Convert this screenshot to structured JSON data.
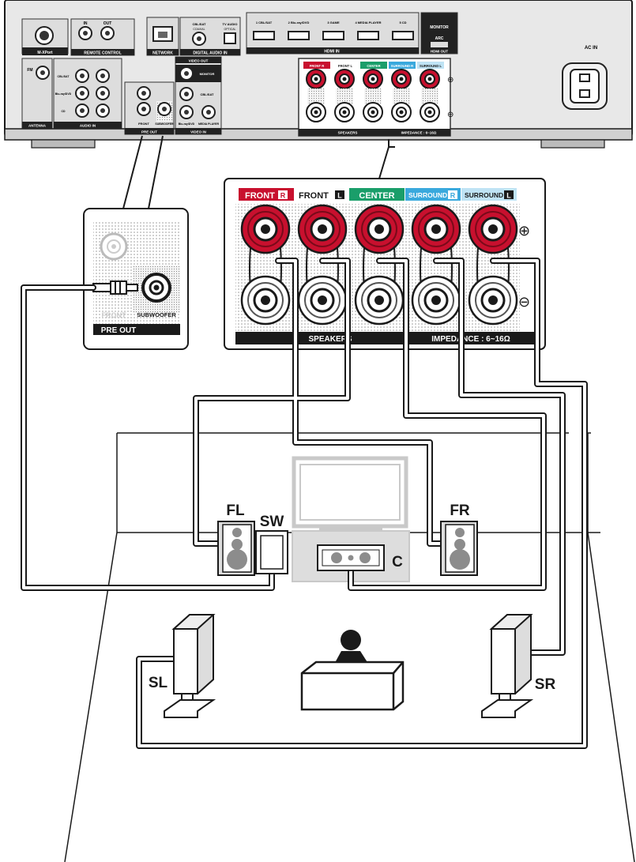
{
  "receiver": {
    "ports_top": [
      "M-XPort",
      "IN",
      "OUT",
      "REMOTE CONTROL",
      "NETWORK",
      "CBL/SAT",
      "COAXIAL",
      "TV AUDIO",
      "OPTICAL",
      "DIGITAL AUDIO IN"
    ],
    "hdmi_inputs": [
      "1 CBL/SAT",
      "2 Blu-ray/DVD",
      "3 GAME",
      "4 MEDIA PLAYER",
      "5 CD"
    ],
    "hdmi_in_label": "HDMI IN",
    "hdmi_out": {
      "monitor": "MONITOR",
      "arc": "ARC",
      "label": "HDMI OUT"
    },
    "fm": "FM",
    "antenna": "ANTENNA",
    "audio_in_inputs": [
      "CBL/SAT",
      "Blu-ray/DVD",
      "CD"
    ],
    "audio_in_label": "AUDIO IN",
    "pre_out_small": {
      "front": "FRONT",
      "subwoofer": "SUBWOOFER",
      "label": "PRE OUT"
    },
    "video_out": {
      "label": "VIDEO OUT",
      "monitor": "MONITOR"
    },
    "video_in": {
      "label": "VIDEO IN",
      "inputs": [
        "CBL/SAT",
        "Blu-ray/DVD",
        "MEDIA PLAYER"
      ]
    },
    "speakers_small": {
      "labels": [
        "FRONT R",
        "FRONT L",
        "CENTER",
        "SURROUND R",
        "SURROUND L"
      ],
      "footer": "SPEAKERS",
      "impedance": "IMPEDANCE : 6~16Ω"
    },
    "ac_in": "AC IN"
  },
  "pre_out_zoom": {
    "front": "FRONT",
    "subwoofer": "SUBWOOFER",
    "label": "PRE OUT"
  },
  "speaker_zoom": {
    "labels": {
      "front_r": "FRONT",
      "front_r_badge": "R",
      "front_l": "FRONT",
      "front_l_badge": "L",
      "center": "CENTER",
      "surround_r": "SURROUND",
      "surround_r_badge": "R",
      "surround_l": "SURROUND",
      "surround_l_badge": "L"
    },
    "plus_symbol": "⊕",
    "minus_symbol": "⊖",
    "footer_left": "SPEAKERS",
    "footer_right": "IMPEDANCE : 6~16Ω"
  },
  "room": {
    "fl": "FL",
    "fr": "FR",
    "sw": "SW",
    "c": "C",
    "sl": "SL",
    "sr": "SR"
  },
  "colors": {
    "front": "#c8102e",
    "center": "#1a9e6a",
    "surround": "#3aa9dd",
    "surround_l_bg": "#bfe3f4",
    "panel": "#e6e6e6",
    "dark": "#1a1a1a"
  }
}
